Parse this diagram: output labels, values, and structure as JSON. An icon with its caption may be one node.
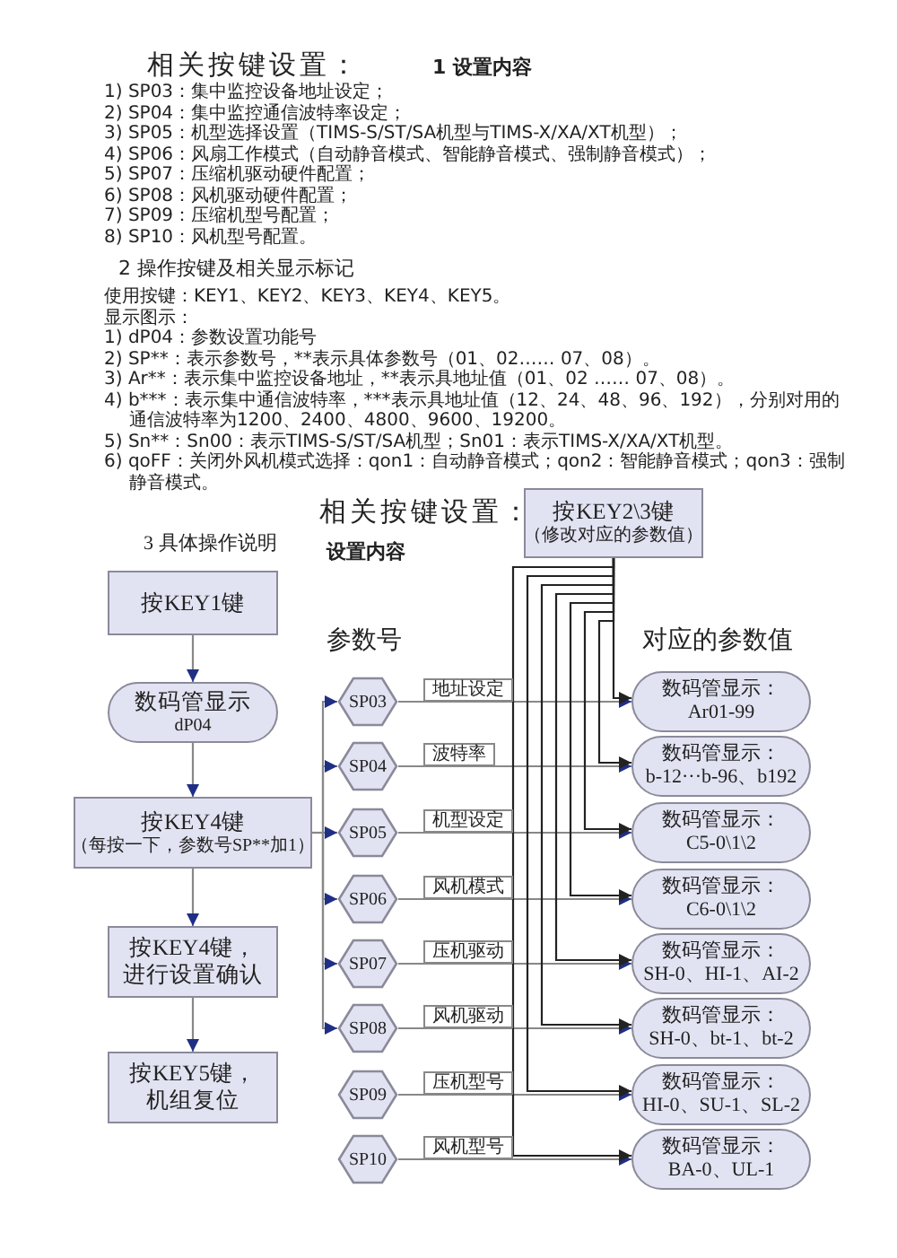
{
  "diagram": {
    "title": "相关按键设置：",
    "nodes": [
      {
        "text": [
          "按KEY1键"
        ]
      },
      {
        "text": [
          "数码管显示",
          "dP04"
        ]
      },
      {
        "text": [
          "按KEY4键",
          "（每按一下，参数号SP**加1）"
        ]
      },
      {
        "text": [
          "按KEY4键，进行设置确认"
        ]
      },
      {
        "text": [
          "按KEY5键，机组复位"
        ]
      },
      {
        "text": [
          "按KEY2\\3键",
          "（修改对应的参数值）"
        ]
      },
      {
        "text": [
          "SP03"
        ]
      },
      {
        "text": [
          "SP04"
        ]
      },
      {
        "text": [
          "SP05"
        ]
      },
      {
        "text": [
          "SP06"
        ]
      },
      {
        "text": [
          "SP07"
        ]
      },
      {
        "text": [
          "SP08"
        ]
      },
      {
        "text": [
          "SP09"
        ]
      },
      {
        "text": [
          "SP10"
        ]
      },
      {
        "text": [
          "数码管显示：",
          "Ar01-99"
        ]
      },
      {
        "text": [
          "数码管显示：",
          "b-12···b-96、b192"
        ]
      },
      {
        "text": [
          "数码管显示：",
          "C5-0\\1\\2"
        ]
      },
      {
        "text": [
          "数码管显示：",
          "C6-0\\1\\2"
        ]
      },
      {
        "text": [
          "数码管显示：",
          "SH-0、HI-1、AI-2"
        ]
      },
      {
        "text": [
          "数码管显示：",
          "SH-0、bt-1、bt-2"
        ]
      },
      {
        "text": [
          "数码管显示：",
          "HI-0、SU-1、SL-2"
        ]
      },
      {
        "text": [
          "数码管显示：",
          "BA-0、UL-1"
        ]
      }
    ],
    "edges": [
      {
        "from": 0,
        "to": 1,
        "arrow": "to"
      },
      {
        "from": 1,
        "to": 2,
        "arrow": "to"
      },
      {
        "from": 2,
        "to": 3,
        "arrow": "to"
      },
      {
        "from": 3,
        "to": 4,
        "arrow": "to"
      },
      {
        "from": 2,
        "to": 6,
        "arrow": "to"
      },
      {
        "from": 2,
        "to": 7,
        "arrow": "to"
      },
      {
        "from": 2,
        "to": 8,
        "arrow": "to"
      },
      {
        "from": 2,
        "to": 9,
        "arrow": "to"
      },
      {
        "from": 2,
        "to": 10,
        "arrow": "to"
      },
      {
        "from": 2,
        "to": 11,
        "arrow": "to"
      },
      {
        "from": 6,
        "to": 14,
        "arrow": "to",
        "label": "地址设定"
      },
      {
        "from": 7,
        "to": 15,
        "arrow": "to",
        "label": "波特率"
      },
      {
        "from": 8,
        "to": 16,
        "arrow": "to",
        "label": "机型设定"
      },
      {
        "from": 9,
        "to": 17,
        "arrow": "to",
        "label": "风机模式"
      },
      {
        "from": 10,
        "to": 18,
        "arrow": "to",
        "label": "压机驱动"
      },
      {
        "from": 11,
        "to": 19,
        "arrow": "to",
        "label": "风机驱动"
      },
      {
        "from": 12,
        "to": 20,
        "arrow": "to",
        "label": "压机型号"
      },
      {
        "from": 13,
        "to": 21,
        "arrow": "to",
        "label": "风机型号"
      },
      {
        "from": 5,
        "to": 14,
        "arrow": "to",
        "color": "#222222"
      },
      {
        "from": 5,
        "to": 15,
        "arrow": "to",
        "color": "#222222"
      },
      {
        "from": 5,
        "to": 16,
        "arrow": "to",
        "color": "#222222"
      },
      {
        "from": 5,
        "to": 17,
        "arrow": "to",
        "color": "#222222"
      },
      {
        "from": 5,
        "to": 18,
        "arrow": "to",
        "color": "#222222"
      },
      {
        "from": 5,
        "to": 19,
        "arrow": "to",
        "color": "#222222"
      },
      {
        "from": 5,
        "to": 20,
        "arrow": "to",
        "color": "#222222"
      },
      {
        "from": 5,
        "to": 21,
        "arrow": "to",
        "color": "#222222"
      }
    ],
    "labels": [
      "1 设置内容",
      "1) SP03：集中监控设备地址设定；",
      "2) SP04：集中监控通信波特率设定；",
      "3) SP05：机型选择设置（TIMS-S/ST/SA机型与TIMS-X/XA/XT机型）；",
      "4) SP06：风扇工作模式（自动静音模式、智能静音模式、强制静音模式）；",
      "5) SP07：压缩机驱动硬件配置；",
      "6) SP08：风机驱动硬件配置；",
      "7) SP09：压缩机型号配置；",
      "8) SP10：风机型号配置。",
      "2 操作按键及相关显示标记",
      "使用按键：KEY1、KEY2、KEY3、KEY4、KEY5。",
      "显示图示：",
      "1) dP04：参数设置功能号",
      "2) SP**：表示参数号，**表示具体参数号（01、02…… 07、08）。",
      "3) Ar**：表示集中监控设备地址，**表示具地址值（01、02 …… 07、08）。",
      "4) b***：表示集中通信波特率，***表示具地址值（12、24、48、96、192），分别对用的通信波特率为1200、2400、4800、9600、19200。",
      "5) Sn**：Sn00：表示TIMS-S/ST/SA机型；Sn01：表示TIMS-X/XA/XT机型。",
      "6) qoFF：关闭外风机模式选择：qon1：自动静音模式；qon2：智能静音模式；qon3：强制静音模式。",
      "相关按键设置：",
      "3 具体操作说明",
      "设置内容",
      "参数号",
      "对应的参数值"
    ]
  }
}
